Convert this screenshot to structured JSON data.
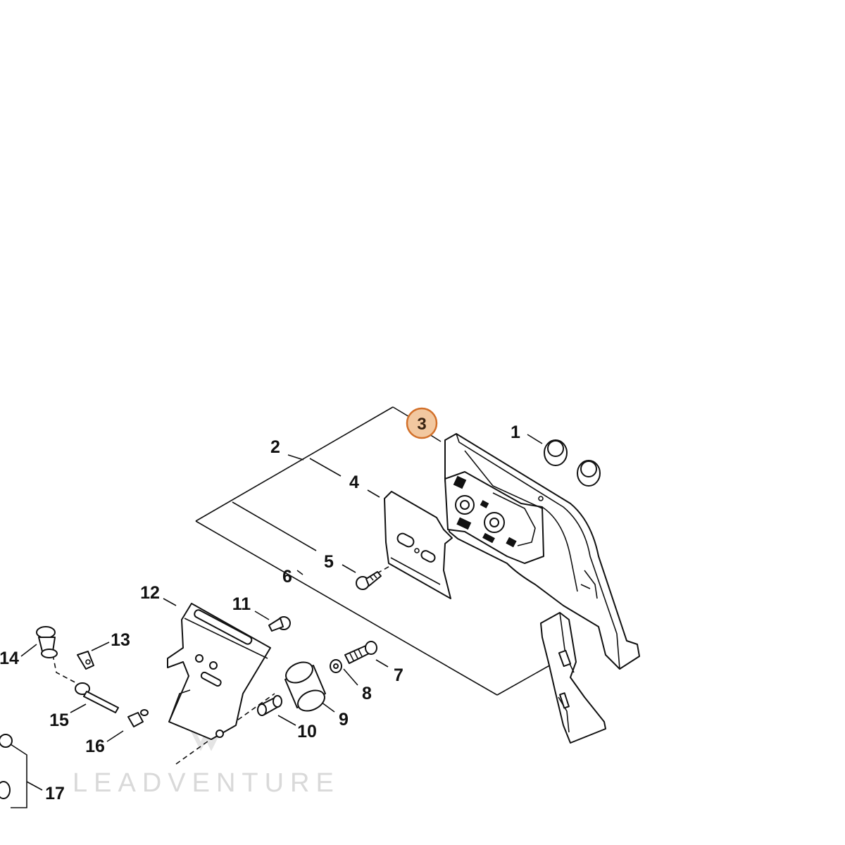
{
  "diagram": {
    "callouts": [
      {
        "id": "1",
        "label": "1"
      },
      {
        "id": "2",
        "label": "2"
      },
      {
        "id": "3",
        "label": "3",
        "highlighted": true
      },
      {
        "id": "4",
        "label": "4"
      },
      {
        "id": "5",
        "label": "5"
      },
      {
        "id": "6",
        "label": "6"
      },
      {
        "id": "7",
        "label": "7"
      },
      {
        "id": "8",
        "label": "8"
      },
      {
        "id": "9",
        "label": "9"
      },
      {
        "id": "10",
        "label": "10"
      },
      {
        "id": "11",
        "label": "11"
      },
      {
        "id": "12",
        "label": "12"
      },
      {
        "id": "13",
        "label": "13"
      },
      {
        "id": "14",
        "label": "14"
      },
      {
        "id": "15",
        "label": "15"
      },
      {
        "id": "16",
        "label": "16"
      },
      {
        "id": "17",
        "label": "17"
      }
    ],
    "highlight": {
      "fill": "#f2c8a0",
      "stroke": "#d2702a"
    },
    "watermark": "LEADVENTURE"
  }
}
